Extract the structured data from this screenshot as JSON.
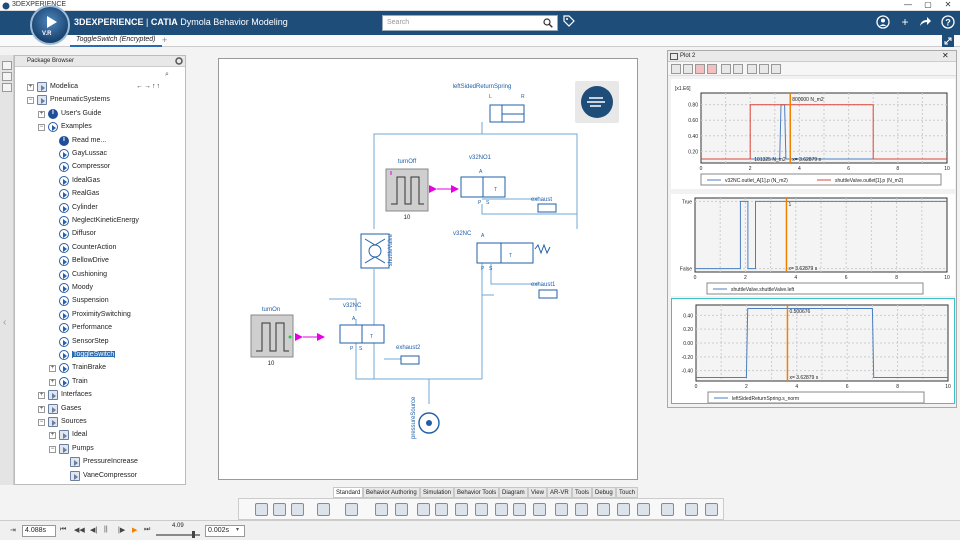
{
  "window": {
    "title": "3DEXPERIENCE",
    "minimize": "—",
    "maximize": "▢",
    "close": "✕"
  },
  "app": {
    "compass_version": "V.R",
    "brand_main": "3DEXPERIENCE",
    "brand_sep": " | ",
    "brand_catia": "CATIA",
    "brand_app": " Dymola Behavior Modeling"
  },
  "search": {
    "placeholder": "Search"
  },
  "document_tab": {
    "label": "ToggleSwitch (Encrypted)",
    "add": "+"
  },
  "package_browser": {
    "title": "Package Browser",
    "items": [
      {
        "label": "Modelica",
        "depth": 0,
        "icon": "pk",
        "exp": "+"
      },
      {
        "label": "PneumaticSystems",
        "depth": 0,
        "icon": "pk",
        "exp": "−"
      },
      {
        "label": "User's Guide",
        "depth": 1,
        "icon": "info",
        "exp": "+"
      },
      {
        "label": "Examples",
        "depth": 1,
        "icon": "run",
        "exp": "−"
      },
      {
        "label": "Read me...",
        "depth": 2,
        "icon": "info",
        "exp": ""
      },
      {
        "label": "GayLussac",
        "depth": 2,
        "icon": "run",
        "exp": ""
      },
      {
        "label": "Compressor",
        "depth": 2,
        "icon": "run",
        "exp": ""
      },
      {
        "label": "IdealGas",
        "depth": 2,
        "icon": "run",
        "exp": ""
      },
      {
        "label": "RealGas",
        "depth": 2,
        "icon": "run",
        "exp": ""
      },
      {
        "label": "Cylinder",
        "depth": 2,
        "icon": "run",
        "exp": ""
      },
      {
        "label": "NeglectKineticEnergy",
        "depth": 2,
        "icon": "run",
        "exp": ""
      },
      {
        "label": "Diffusor",
        "depth": 2,
        "icon": "run",
        "exp": ""
      },
      {
        "label": "CounterAction",
        "depth": 2,
        "icon": "run",
        "exp": ""
      },
      {
        "label": "BellowDrive",
        "depth": 2,
        "icon": "run",
        "exp": ""
      },
      {
        "label": "Cushioning",
        "depth": 2,
        "icon": "run",
        "exp": ""
      },
      {
        "label": "Moody",
        "depth": 2,
        "icon": "run",
        "exp": ""
      },
      {
        "label": "Suspension",
        "depth": 2,
        "icon": "run",
        "exp": ""
      },
      {
        "label": "ProximitySwitching",
        "depth": 2,
        "icon": "run",
        "exp": ""
      },
      {
        "label": "Performance",
        "depth": 2,
        "icon": "run",
        "exp": ""
      },
      {
        "label": "SensorStep",
        "depth": 2,
        "icon": "run",
        "exp": ""
      },
      {
        "label": "ToggleSwitch",
        "depth": 2,
        "icon": "run",
        "exp": "",
        "selected": true
      },
      {
        "label": "TrainBrake",
        "depth": 2,
        "icon": "run",
        "exp": "+"
      },
      {
        "label": "Train",
        "depth": 2,
        "icon": "run",
        "exp": "+"
      },
      {
        "label": "Interfaces",
        "depth": 1,
        "icon": "pk",
        "exp": "+"
      },
      {
        "label": "Gases",
        "depth": 1,
        "icon": "pk",
        "exp": "+"
      },
      {
        "label": "Sources",
        "depth": 1,
        "icon": "pk",
        "exp": "−"
      },
      {
        "label": "Ideal",
        "depth": 2,
        "icon": "pk",
        "exp": "+"
      },
      {
        "label": "Pumps",
        "depth": 2,
        "icon": "pk",
        "exp": "−"
      },
      {
        "label": "PressureIncrease",
        "depth": 3,
        "icon": "pk",
        "exp": ""
      },
      {
        "label": "VaneCompressor",
        "depth": 3,
        "icon": "pk",
        "exp": ""
      }
    ]
  },
  "diagram": {
    "labels": {
      "leftSidedReturnSpring": "leftSidedReturnSpring",
      "turnOff": "turnOff",
      "turnOff_val": "10",
      "turnOn": "turnOn",
      "turnOn_val": "10",
      "v32NO1": "v32NO1",
      "v32NC": "v32NC",
      "v32NC1": "v32NC",
      "exhaust": "exhaust",
      "exhaust1": "exhaust1",
      "exhaust2": "exhaust2",
      "shuttleValve": "shuttleValve",
      "pressureSource": "pressureSource",
      "port_A": "A",
      "port_P": "P",
      "port_S": "S",
      "port_T": "T",
      "port_L": "L",
      "port_R": "R"
    },
    "colors": {
      "wire": "#6fa8d6",
      "signal": "#e600e6",
      "component": "#1f5fa8",
      "source_fill": "#c8c8c8"
    }
  },
  "plot": {
    "title": "Plot 2",
    "sub1": {
      "unit_label": "[x1.E6]",
      "y_ticks": [
        "0.80",
        "0.60",
        "0.40",
        "0.20"
      ],
      "x_ticks": [
        "0",
        "2",
        "4",
        "6",
        "8",
        "10"
      ],
      "cursor_top": "800000 N_m2",
      "cursor_bottom": "101325 N_m2",
      "cursor_x": "x= 3.62879 s",
      "legend": [
        "v32NC.outlet_A[1].p (N_m2)",
        "shuttleValve.outlet[1].p (N_m2)"
      ]
    },
    "sub2": {
      "y_ticks": [
        "True",
        "False"
      ],
      "x_ticks": [
        "0",
        "2",
        "4",
        "6",
        "8",
        "10"
      ],
      "cursor_top": "1",
      "cursor_x": "x= 3.62879 s",
      "legend": [
        "shuttleValve.shuttleValve.left"
      ]
    },
    "sub3": {
      "y_ticks": [
        "0.40",
        "0.20",
        "0.00",
        "-0.20",
        "-0.40"
      ],
      "x_ticks": [
        "0",
        "2",
        "4",
        "6",
        "8",
        "10"
      ],
      "cursor_top": "0.500676",
      "cursor_x": "x= 3.62879 s",
      "legend": [
        "leftSidedReturnSpring.s_norm"
      ]
    },
    "colors": {
      "blue": "#4a7fc1",
      "red": "#e0443a",
      "cursor": "#f08000"
    },
    "cursor_time": 3.62879,
    "chart_data": [
      {
        "type": "line",
        "x_range": [
          0,
          10
        ],
        "series": [
          {
            "name": "v32NC.outlet_A[1].p (N_m2)",
            "points": [
              [
                0,
                0.101325
              ],
              [
                3.2,
                0.101325
              ],
              [
                3.25,
                0.8
              ],
              [
                3.4,
                0.8
              ],
              [
                3.45,
                0.101325
              ],
              [
                10,
                0.101325
              ]
            ]
          },
          {
            "name": "shuttleValve.outlet[1].p (N_m2)",
            "points": [
              [
                0,
                0.101325
              ],
              [
                2.0,
                0.101325
              ],
              [
                2.0,
                0.8
              ],
              [
                7.0,
                0.8
              ],
              [
                7.0,
                0.101325
              ],
              [
                10,
                0.101325
              ]
            ]
          }
        ]
      },
      {
        "type": "line",
        "x_range": [
          0,
          10
        ],
        "series": [
          {
            "name": "shuttleValve.shuttleValve.left",
            "points": [
              [
                0,
                0
              ],
              [
                1.8,
                0
              ],
              [
                1.8,
                1
              ],
              [
                2.1,
                1
              ],
              [
                2.1,
                0
              ],
              [
                2.4,
                0
              ],
              [
                2.4,
                1
              ],
              [
                10,
                1
              ]
            ]
          }
        ]
      },
      {
        "type": "line",
        "x_range": [
          0,
          10
        ],
        "series": [
          {
            "name": "leftSidedReturnSpring.s_norm",
            "points": [
              [
                0,
                -0.5
              ],
              [
                2.0,
                -0.5
              ],
              [
                2.05,
                0.5
              ],
              [
                7.0,
                0.5
              ],
              [
                7.05,
                -0.5
              ],
              [
                10,
                -0.5
              ]
            ]
          }
        ]
      }
    ]
  },
  "ribbon_tabs": [
    {
      "label": "Standard",
      "active": true
    },
    {
      "label": "Behavior Authoring"
    },
    {
      "label": "Simulation"
    },
    {
      "label": "Behavior Tools"
    },
    {
      "label": "Diagram"
    },
    {
      "label": "View"
    },
    {
      "label": "AR-VR"
    },
    {
      "label": "Tools"
    },
    {
      "label": "Debug"
    },
    {
      "label": "Touch"
    }
  ],
  "status": {
    "time_value": "4.088s",
    "slider_value": "4.09",
    "step_value": "0.002s"
  }
}
